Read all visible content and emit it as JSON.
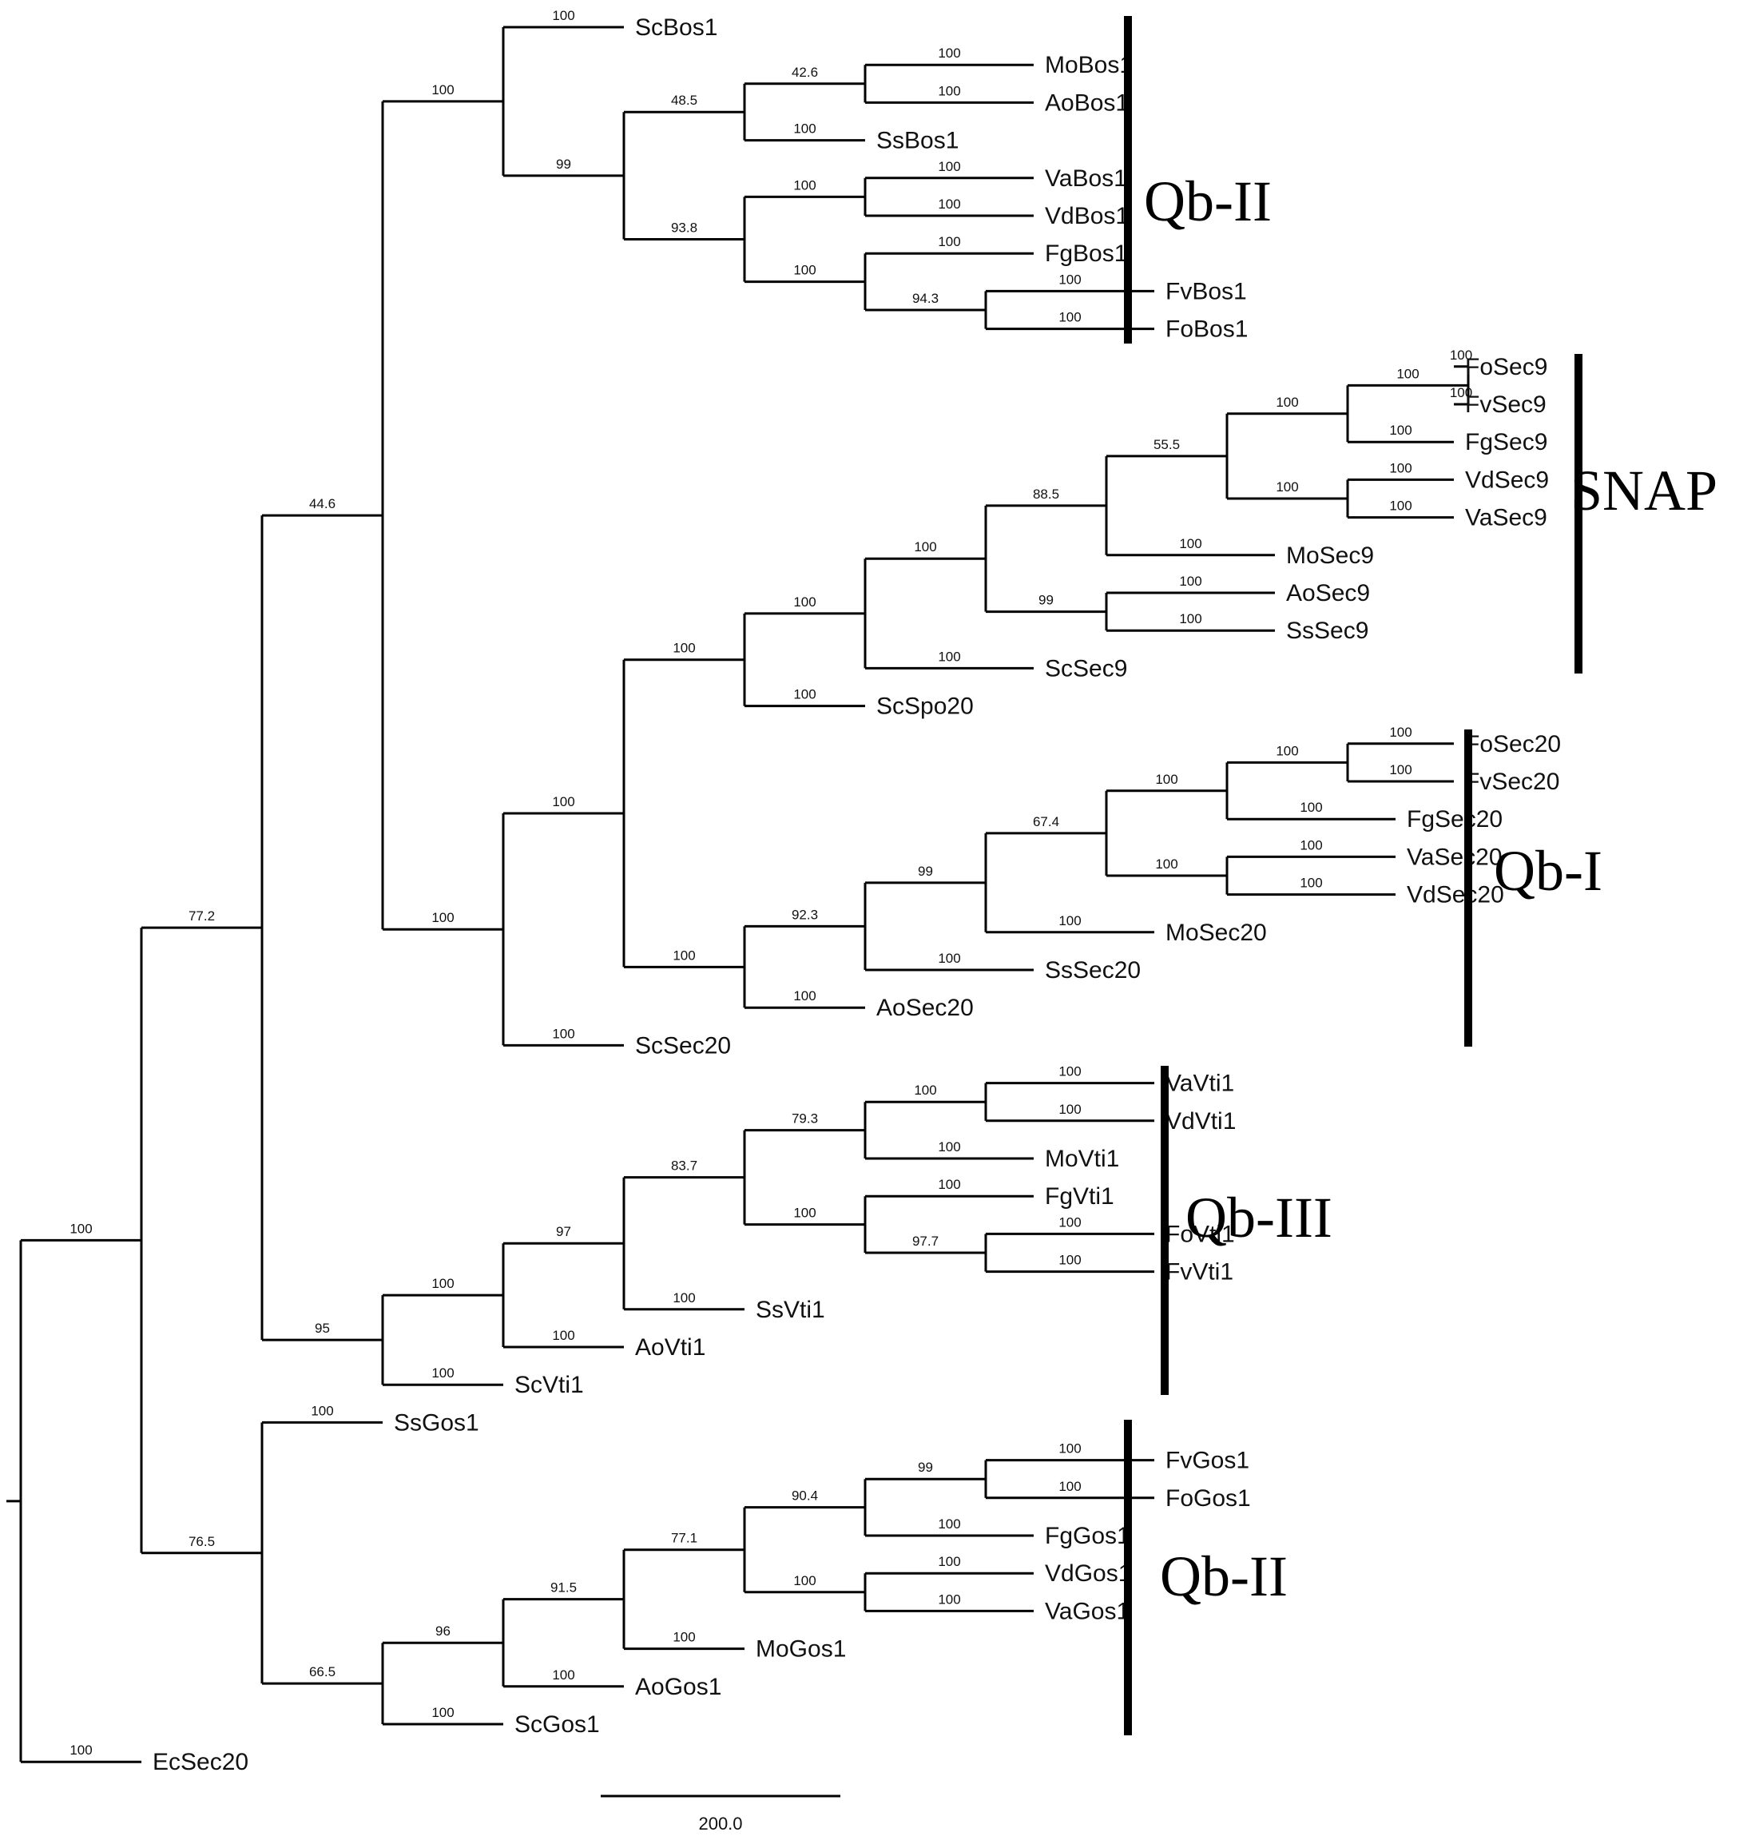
{
  "scale_bar": {
    "label": "200.0"
  },
  "clades": [
    {
      "label": "Qb-II"
    },
    {
      "label": "SNAP"
    },
    {
      "label": "Qb-I"
    },
    {
      "label": "Qb-III"
    },
    {
      "label": "Qb-II"
    }
  ],
  "tree": {
    "s": "100",
    "c": [
      {
        "s": "77.2",
        "c": [
          {
            "s": "44.6",
            "c": [
              {
                "s": "100",
                "c": [
                  {
                    "s": "100",
                    "l": "ScBos1"
                  },
                  {
                    "s": "99",
                    "c": [
                      {
                        "s": "48.5",
                        "c": [
                          {
                            "s": "42.6",
                            "c": [
                              {
                                "s": "100",
                                "l": "MoBos1"
                              },
                              {
                                "s": "100",
                                "l": "AoBos1"
                              }
                            ]
                          },
                          {
                            "s": "100",
                            "l": "SsBos1"
                          }
                        ]
                      },
                      {
                        "s": "93.8",
                        "c": [
                          {
                            "s": "100",
                            "c": [
                              {
                                "s": "100",
                                "l": "VaBos1"
                              },
                              {
                                "s": "100",
                                "l": "VdBos1"
                              }
                            ]
                          },
                          {
                            "s": "100",
                            "c": [
                              {
                                "s": "100",
                                "l": "FgBos1"
                              },
                              {
                                "s": "94.3",
                                "c": [
                                  {
                                    "s": "100",
                                    "l": "FvBos1"
                                  },
                                  {
                                    "s": "100",
                                    "l": "FoBos1"
                                  }
                                ]
                              }
                            ]
                          }
                        ]
                      }
                    ]
                  }
                ]
              },
              {
                "s": "100",
                "c": [
                  {
                    "s": "100",
                    "c": [
                      {
                        "s": "100",
                        "c": [
                          {
                            "s": "100",
                            "c": [
                              {
                                "s": "100",
                                "c": [
                                  {
                                    "s": "88.5",
                                    "c": [
                                      {
                                        "s": "55.5",
                                        "c": [
                                          {
                                            "s": "100",
                                            "c": [
                                              {
                                                "s": "100",
                                                "c": [
                                                  {
                                                    "s": "100",
                                                    "l": "FoSec9"
                                                  },
                                                  {
                                                    "s": "100",
                                                    "l": "FvSec9"
                                                  }
                                                ]
                                              },
                                              {
                                                "s": "100",
                                                "l": "FgSec9"
                                              }
                                            ]
                                          },
                                          {
                                            "s": "100",
                                            "c": [
                                              {
                                                "s": "100",
                                                "l": "VdSec9"
                                              },
                                              {
                                                "s": "100",
                                                "l": "VaSec9"
                                              }
                                            ]
                                          }
                                        ]
                                      },
                                      {
                                        "s": "100",
                                        "l": "MoSec9"
                                      }
                                    ]
                                  },
                                  {
                                    "s": "99",
                                    "c": [
                                      {
                                        "s": "100",
                                        "l": "AoSec9"
                                      },
                                      {
                                        "s": "100",
                                        "l": "SsSec9"
                                      }
                                    ]
                                  }
                                ]
                              },
                              {
                                "s": "100",
                                "l": "ScSec9"
                              }
                            ]
                          },
                          {
                            "s": "100",
                            "l": "ScSpo20"
                          }
                        ]
                      },
                      {
                        "s": "100",
                        "c": [
                          {
                            "s": "92.3",
                            "c": [
                              {
                                "s": "99",
                                "c": [
                                  {
                                    "s": "67.4",
                                    "c": [
                                      {
                                        "s": "100",
                                        "c": [
                                          {
                                            "s": "100",
                                            "c": [
                                              {
                                                "s": "100",
                                                "l": "FoSec20"
                                              },
                                              {
                                                "s": "100",
                                                "l": "FvSec20"
                                              }
                                            ]
                                          },
                                          {
                                            "s": "100",
                                            "l": "FgSec20"
                                          }
                                        ]
                                      },
                                      {
                                        "s": "100",
                                        "c": [
                                          {
                                            "s": "100",
                                            "l": "VaSec20"
                                          },
                                          {
                                            "s": "100",
                                            "l": "VdSec20"
                                          }
                                        ]
                                      }
                                    ]
                                  },
                                  {
                                    "s": "100",
                                    "l": "MoSec20"
                                  }
                                ]
                              },
                              {
                                "s": "100",
                                "l": "SsSec20"
                              }
                            ]
                          },
                          {
                            "s": "100",
                            "l": "AoSec20"
                          }
                        ]
                      }
                    ]
                  },
                  {
                    "s": "100",
                    "l": "ScSec20"
                  }
                ]
              }
            ]
          },
          {
            "s": "95",
            "c": [
              {
                "s": "100",
                "c": [
                  {
                    "s": "97",
                    "c": [
                      {
                        "s": "83.7",
                        "c": [
                          {
                            "s": "79.3",
                            "c": [
                              {
                                "s": "100",
                                "c": [
                                  {
                                    "s": "100",
                                    "l": "VaVti1"
                                  },
                                  {
                                    "s": "100",
                                    "l": "VdVti1"
                                  }
                                ]
                              },
                              {
                                "s": "100",
                                "l": "MoVti1"
                              }
                            ]
                          },
                          {
                            "s": "100",
                            "c": [
                              {
                                "s": "100",
                                "l": "FgVti1"
                              },
                              {
                                "s": "97.7",
                                "c": [
                                  {
                                    "s": "100",
                                    "l": "FoVti1"
                                  },
                                  {
                                    "s": "100",
                                    "l": "FvVti1"
                                  }
                                ]
                              }
                            ]
                          }
                        ]
                      },
                      {
                        "s": "100",
                        "l": "SsVti1"
                      }
                    ]
                  },
                  {
                    "s": "100",
                    "l": "AoVti1"
                  }
                ]
              },
              {
                "s": "100",
                "l": "ScVti1"
              }
            ]
          }
        ]
      },
      {
        "s": "76.5",
        "c": [
          {
            "s": "100",
            "l": "SsGos1"
          },
          {
            "s": "66.5",
            "c": [
              {
                "s": "96",
                "c": [
                  {
                    "s": "91.5",
                    "c": [
                      {
                        "s": "77.1",
                        "c": [
                          {
                            "s": "90.4",
                            "c": [
                              {
                                "s": "99",
                                "c": [
                                  {
                                    "s": "100",
                                    "l": "FvGos1"
                                  },
                                  {
                                    "s": "100",
                                    "l": "FoGos1"
                                  }
                                ]
                              },
                              {
                                "s": "100",
                                "l": "FgGos1"
                              }
                            ]
                          },
                          {
                            "s": "100",
                            "c": [
                              {
                                "s": "100",
                                "l": "VdGos1"
                              },
                              {
                                "s": "100",
                                "l": "VaGos1"
                              }
                            ]
                          }
                        ]
                      },
                      {
                        "s": "100",
                        "l": "MoGos1"
                      }
                    ]
                  },
                  {
                    "s": "100",
                    "l": "AoGos1"
                  }
                ]
              },
              {
                "s": "100",
                "l": "ScGos1"
              }
            ]
          }
        ]
      }
    ]
  },
  "outgroup": {
    "s": "100",
    "l": "EcSec20"
  }
}
